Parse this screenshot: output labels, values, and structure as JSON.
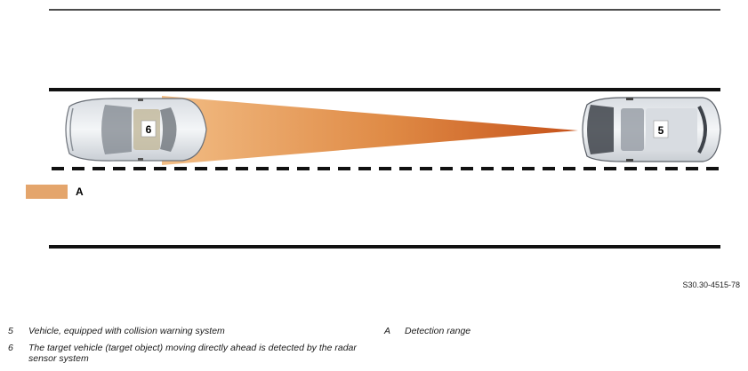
{
  "diagram": {
    "vehicle_labels": {
      "rear_vehicle": "6",
      "front_vehicle": "5"
    },
    "range_key_label": "A",
    "colors": {
      "detection_cone_start": "#f0b77f",
      "detection_cone_end": "#c9541a",
      "range_swatch": "#e4a56c"
    }
  },
  "figure_id": "S30.30-4515-78",
  "legend": [
    {
      "key": "5",
      "text": "Vehicle, equipped with collision warning system"
    },
    {
      "key": "6",
      "text": "The target vehicle (target object) moving directly ahead is detected by the radar sensor system"
    },
    {
      "key": "A",
      "text": "Detection range"
    }
  ]
}
